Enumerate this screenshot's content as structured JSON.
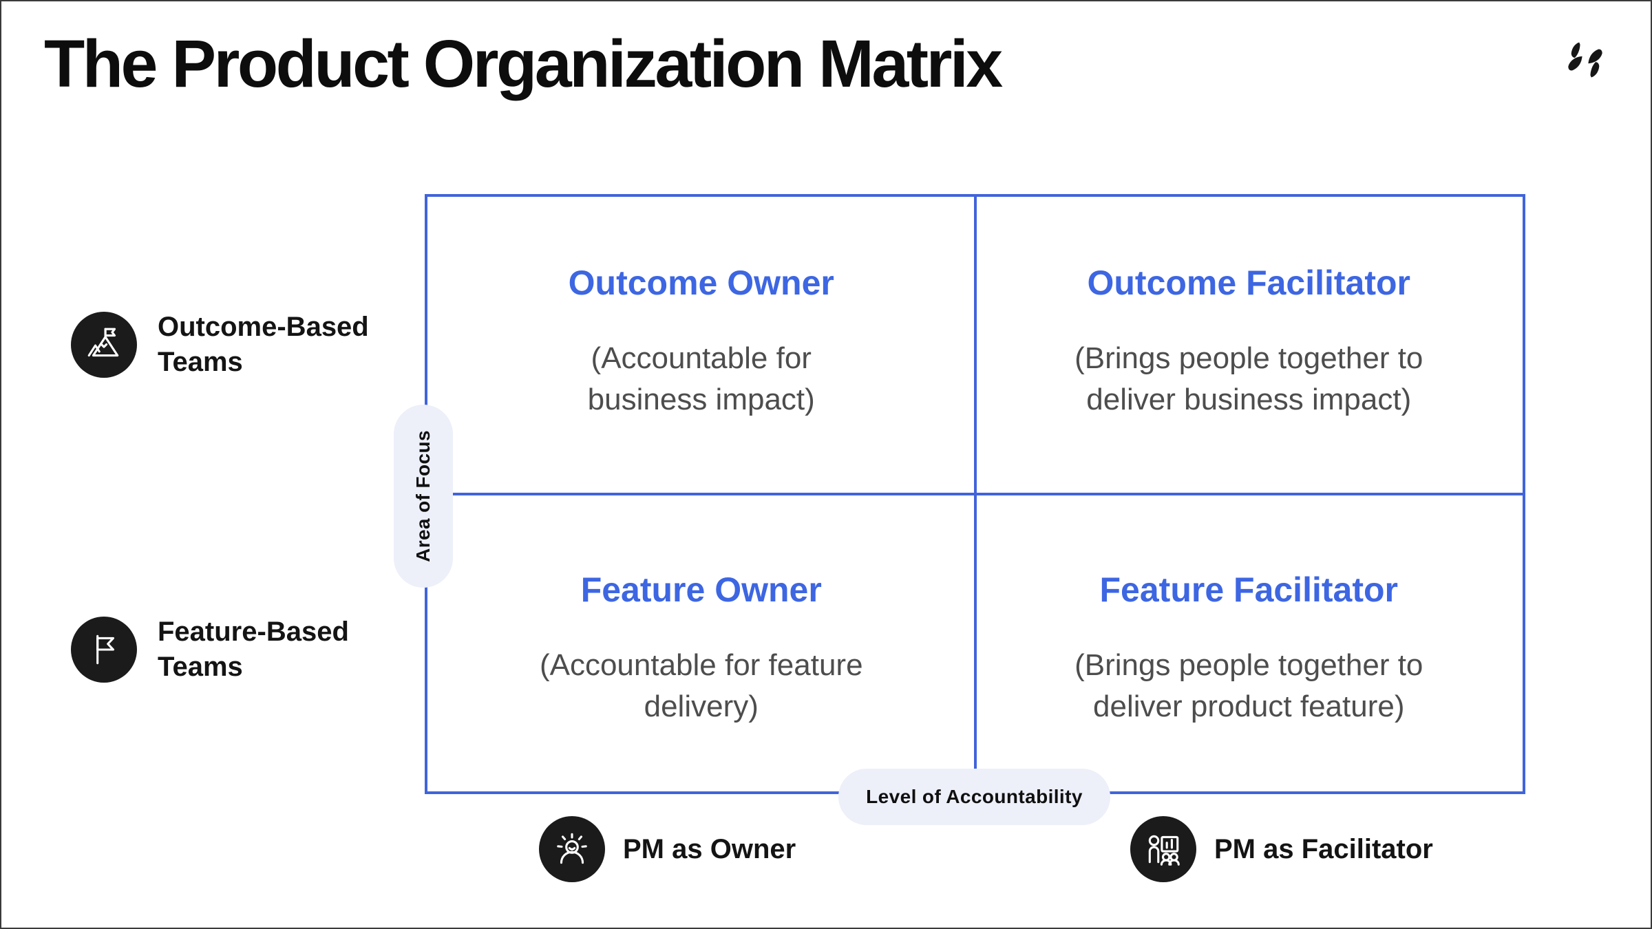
{
  "page": {
    "title": "The Product Organization Matrix",
    "logo_icon": "two-swoosh-logo-icon"
  },
  "matrix": {
    "axes": {
      "y_label": "Area of Focus",
      "x_label": "Level of Accountability"
    },
    "quadrants": {
      "top_left": {
        "heading": "Outcome Owner",
        "description": "(Accountable for business impact)"
      },
      "top_right": {
        "heading": "Outcome Facilitator",
        "description": "(Brings people together to deliver business impact)"
      },
      "bottom_left": {
        "heading": "Feature Owner",
        "description": "(Accountable for feature delivery)"
      },
      "bottom_right": {
        "heading": "Feature Facilitator",
        "description": "(Brings people together to deliver product feature)"
      }
    }
  },
  "row_labels": {
    "outcome": {
      "label": "Outcome-Based Teams",
      "icon": "mountain-flag-icon"
    },
    "feature": {
      "label": "Feature-Based Teams",
      "icon": "flag-icon"
    }
  },
  "column_labels": {
    "owner": {
      "label": "PM as Owner",
      "icon": "person-rays-icon"
    },
    "facilitator": {
      "label": "PM as Facilitator",
      "icon": "person-presenting-chart-icon"
    }
  },
  "colors": {
    "heading_blue": "#3d66e2",
    "grid_blue": "#4164db",
    "pill_background": "#edeff9",
    "body_gray": "#4d4d4d",
    "ink": "#141414",
    "icon_circle": "#1b1b1b"
  }
}
